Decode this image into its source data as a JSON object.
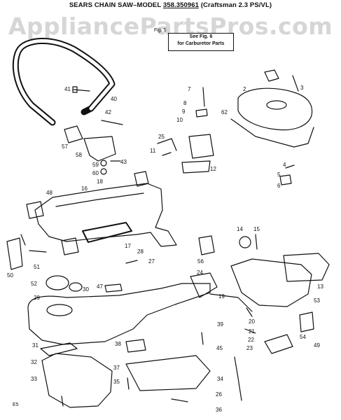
{
  "header": {
    "title_prefix": "SEARS CHAIN SAW–MODEL ",
    "model_number": "358.350961",
    "title_suffix": " (Craftsman 2.3 PS/VL)"
  },
  "watermark": "AppliancePartsPros.com",
  "figure_label": "Fig. 5",
  "callout": {
    "line1": "See Fig. 6",
    "line2": "for Carburetor Parts"
  },
  "corner_mark": "E5",
  "part_numbers": [
    "2",
    "3",
    "4",
    "5",
    "6",
    "7",
    "8",
    "9",
    "10",
    "11",
    "12",
    "13",
    "14",
    "15",
    "16",
    "17",
    "18",
    "19",
    "20",
    "21",
    "22",
    "23",
    "24",
    "25",
    "26",
    "27",
    "28",
    "29",
    "30",
    "31",
    "32",
    "33",
    "34",
    "35",
    "36",
    "37",
    "38",
    "39",
    "40",
    "41",
    "42",
    "43",
    "45",
    "47",
    "48",
    "49",
    "50",
    "51",
    "52",
    "53",
    "54",
    "56",
    "57",
    "58",
    "59",
    "60",
    "62"
  ],
  "colors": {
    "line": "#111111",
    "watermark": "#d6d6d6"
  }
}
